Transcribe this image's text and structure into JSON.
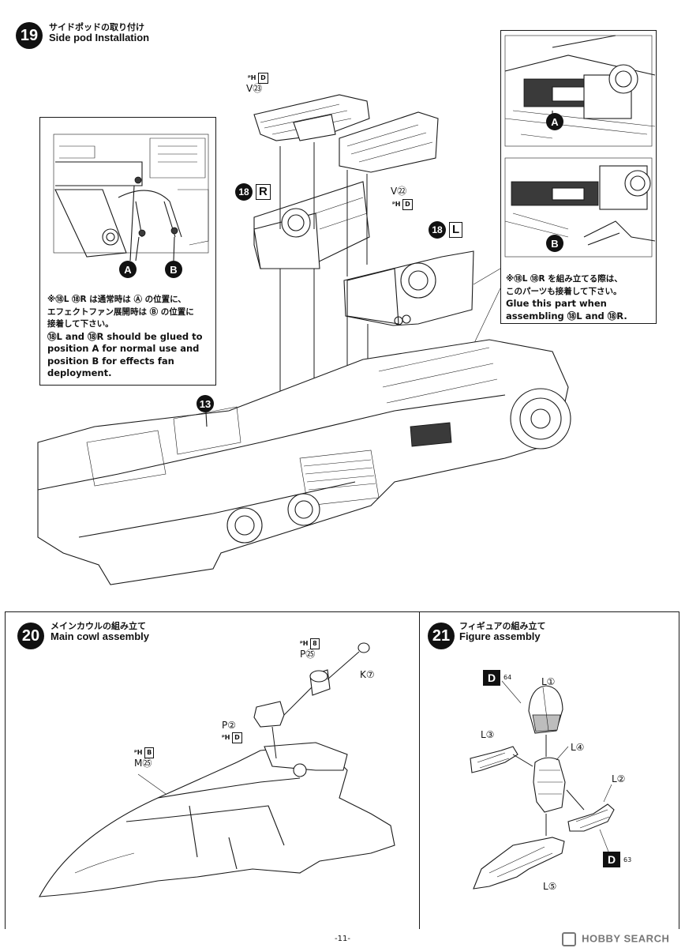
{
  "step19": {
    "number": "19",
    "title_jp": "サイドポッドの取り付け",
    "title_en": "Side pod Installation",
    "labels": {
      "ph_d_top": "D",
      "v23": "V㉓",
      "r_tag_num": "18",
      "r_tag_letter": "R",
      "v22": "V㉒",
      "ph_d_mid": "D",
      "l_tag_num": "18",
      "l_tag_letter": "L",
      "part13": "13",
      "inset_a": "A",
      "inset_b": "B"
    },
    "note_left": {
      "jp_1": "※⑱L ⑱R は通常時は Ⓐ の位置に、",
      "jp_2": "エフェクトファン展開時は Ⓑ の位置に",
      "jp_3": "接着して下さい。",
      "en_1": "⑱L and ⑱R should be glued to",
      "en_2": "position A for normal use and",
      "en_3": "position B for effects fan",
      "en_4": "deployment."
    },
    "inset_right": {
      "label_a": "A",
      "label_b": "B",
      "jp_1": "※⑱L ⑱R を組み立てる際は、",
      "jp_2": "このパーツも接着して下さい。",
      "en_1": "Glue this part when",
      "en_2": "assembling ⑱L and ⑱R."
    }
  },
  "step20": {
    "number": "20",
    "title_jp": "メインカウルの組み立て",
    "title_en": "Main cowl assembly",
    "labels": {
      "ph_8": "8",
      "p25": "P㉕",
      "k7": "K⑦",
      "p2": "P②",
      "ph_d": "D",
      "ph_b": "B",
      "m25": "M㉕"
    }
  },
  "step21": {
    "number": "21",
    "title_jp": "フィギュアの組み立て",
    "title_en": "Figure assembly",
    "labels": {
      "d64_box": "D",
      "d64_num": "64",
      "l1": "L①",
      "l3": "L③",
      "l4": "L④",
      "l2": "L②",
      "l5": "L⑤",
      "d63_box": "D",
      "d63_num": "63"
    }
  },
  "footer": {
    "page": "-11-",
    "watermark": "HOBBY SEARCH"
  }
}
